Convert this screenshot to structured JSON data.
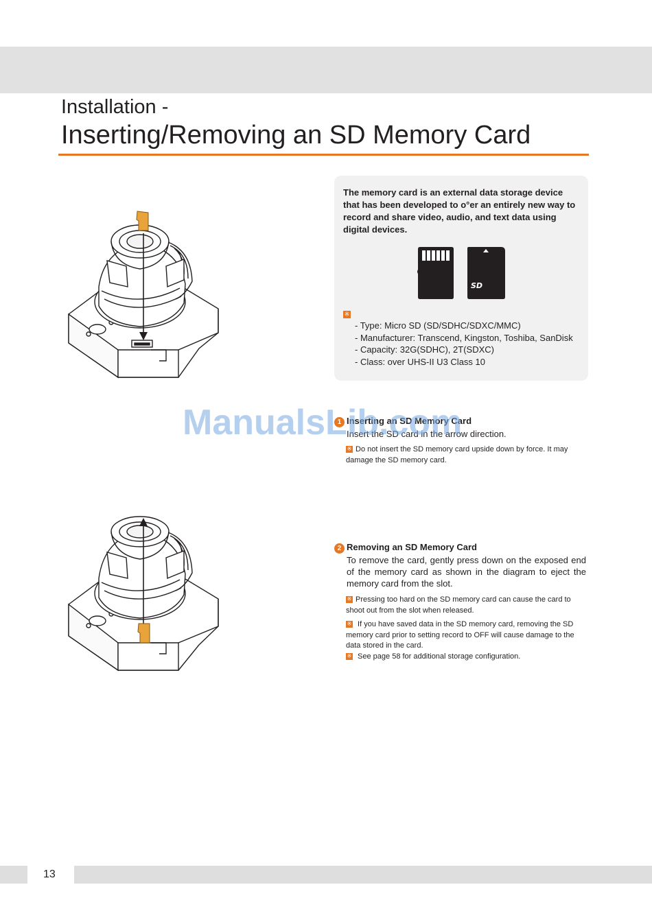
{
  "header": {
    "section": "Installation -",
    "title": "Inserting/Removing an SD Memory Card"
  },
  "info_box": {
    "lead": "The memory card is an external data storage device that has been developed to o°er an entirely new way to record and share video, audio, and text data using digital devices.",
    "note_icon": "※",
    "specs": [
      "- Type: Micro SD (SD/SDHC/SDXC/MMC)",
      "- Manufacturer: Transcend, Kingston, Toshiba, SanDisk",
      "- Capacity: 32G(SDHC), 2T(SDXC)",
      "- Class: over UHS-II U3 Class 10"
    ],
    "sd_card_logo": "SD"
  },
  "steps": [
    {
      "number": "1",
      "title": "Inserting an SD Memory Card",
      "description": "Insert the SD card in the arrow direction.",
      "notes": [
        "Do not insert the SD memory card upside down by force. It may damage the SD memory card."
      ]
    },
    {
      "number": "2",
      "title": "Removing an SD Memory Card",
      "description": "To remove the card, gently press down on the exposed end of the memory card as shown in the diagram to eject the memory card from the slot.",
      "notes": [
        "Pressing too hard on the SD memory card can cause the card to shoot out from the slot when released.",
        " If you have saved data in the SD memory card, removing the SD memory card prior to setting record to OFF will cause damage to the data stored in the card.",
        " See page 58 for additional storage configuration."
      ]
    }
  ],
  "watermark": "ManualsLib.com",
  "footer": {
    "page_number": "13"
  },
  "colors": {
    "accent": "#e87722",
    "band": "#e1e1e1",
    "box": "#f1f1f1",
    "card": "#231f20"
  },
  "icons": [
    "note-mark-icon",
    "step-number-icon",
    "camera-insert-illustration",
    "camera-remove-illustration",
    "micro-sd-card-icon",
    "sd-card-icon"
  ]
}
